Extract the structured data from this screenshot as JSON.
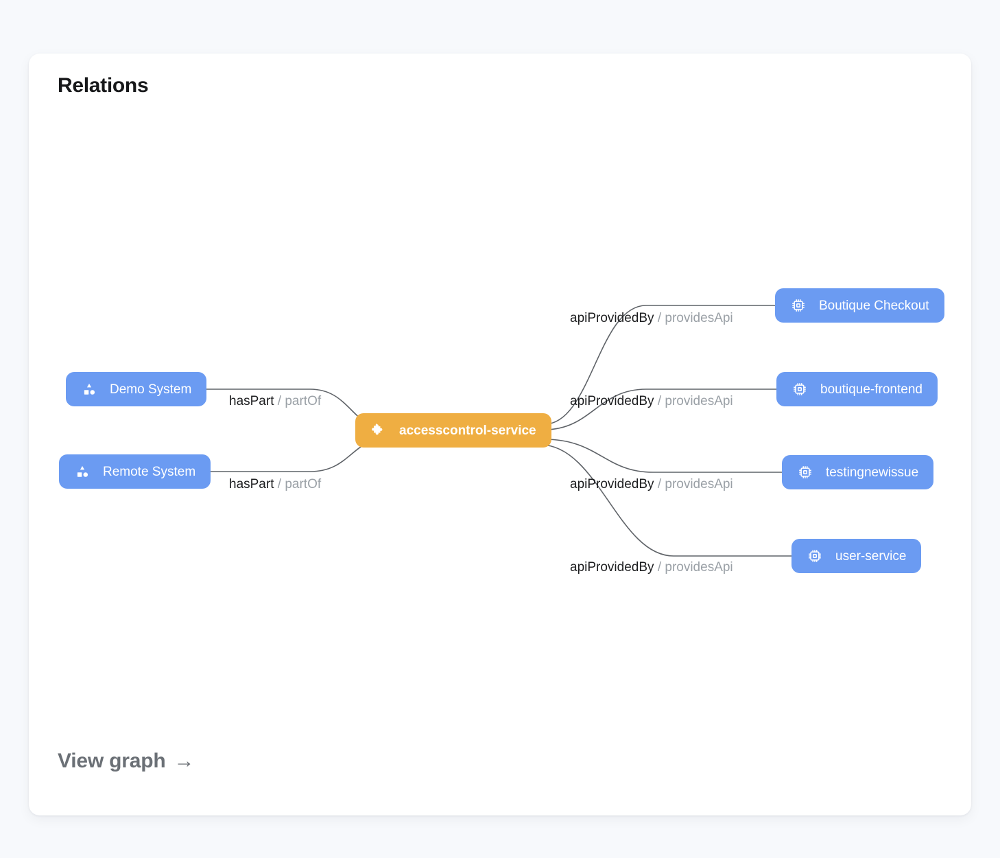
{
  "card": {
    "title": "Relations",
    "footer_link": {
      "label": "View graph",
      "arrow": "→"
    }
  },
  "graph": {
    "focus_node": {
      "id": "accesscontrol-service",
      "label": "accesscontrol-service",
      "icon": "puzzle-piece-icon",
      "color": "#efae42",
      "kind": "component"
    },
    "left_nodes": [
      {
        "id": "demo-system",
        "label": "Demo System",
        "icon": "category-shapes-icon",
        "color": "#6b9bf2",
        "kind": "system"
      },
      {
        "id": "remote-system",
        "label": "Remote System",
        "icon": "category-shapes-icon",
        "color": "#6b9bf2",
        "kind": "system"
      }
    ],
    "right_nodes": [
      {
        "id": "boutique-checkout",
        "label": "Boutique Checkout",
        "icon": "cpu-chip-icon",
        "color": "#6b9bf2",
        "kind": "api"
      },
      {
        "id": "boutique-frontend",
        "label": "boutique-frontend",
        "icon": "cpu-chip-icon",
        "color": "#6b9bf2",
        "kind": "api"
      },
      {
        "id": "testingnewissue",
        "label": "testingnewissue",
        "icon": "cpu-chip-icon",
        "color": "#6b9bf2",
        "kind": "api"
      },
      {
        "id": "user-service",
        "label": "user-service",
        "icon": "cpu-chip-icon",
        "color": "#6b9bf2",
        "kind": "api"
      }
    ],
    "edges": [
      {
        "from": "demo-system",
        "to": "accesscontrol-service",
        "forward": "hasPart",
        "separator": "/",
        "reverse": "partOf"
      },
      {
        "from": "remote-system",
        "to": "accesscontrol-service",
        "forward": "hasPart",
        "separator": "/",
        "reverse": "partOf"
      },
      {
        "from": "accesscontrol-service",
        "to": "boutique-checkout",
        "forward": "apiProvidedBy",
        "separator": "/",
        "reverse": "providesApi"
      },
      {
        "from": "accesscontrol-service",
        "to": "boutique-frontend",
        "forward": "apiProvidedBy",
        "separator": "/",
        "reverse": "providesApi"
      },
      {
        "from": "accesscontrol-service",
        "to": "testingnewissue",
        "forward": "apiProvidedBy",
        "separator": "/",
        "reverse": "providesApi"
      },
      {
        "from": "accesscontrol-service",
        "to": "user-service",
        "forward": "apiProvidedBy",
        "separator": "/",
        "reverse": "providesApi"
      }
    ],
    "edge_line_color": "#5f6368"
  },
  "theme": {
    "page_background": "#f7f9fc",
    "card_background": "#ffffff",
    "node_entity_color": "#6b9bf2",
    "node_focus_color": "#efae42",
    "text_primary": "#17181a",
    "text_muted": "#9aa0a6",
    "link_color": "#6b7076"
  }
}
